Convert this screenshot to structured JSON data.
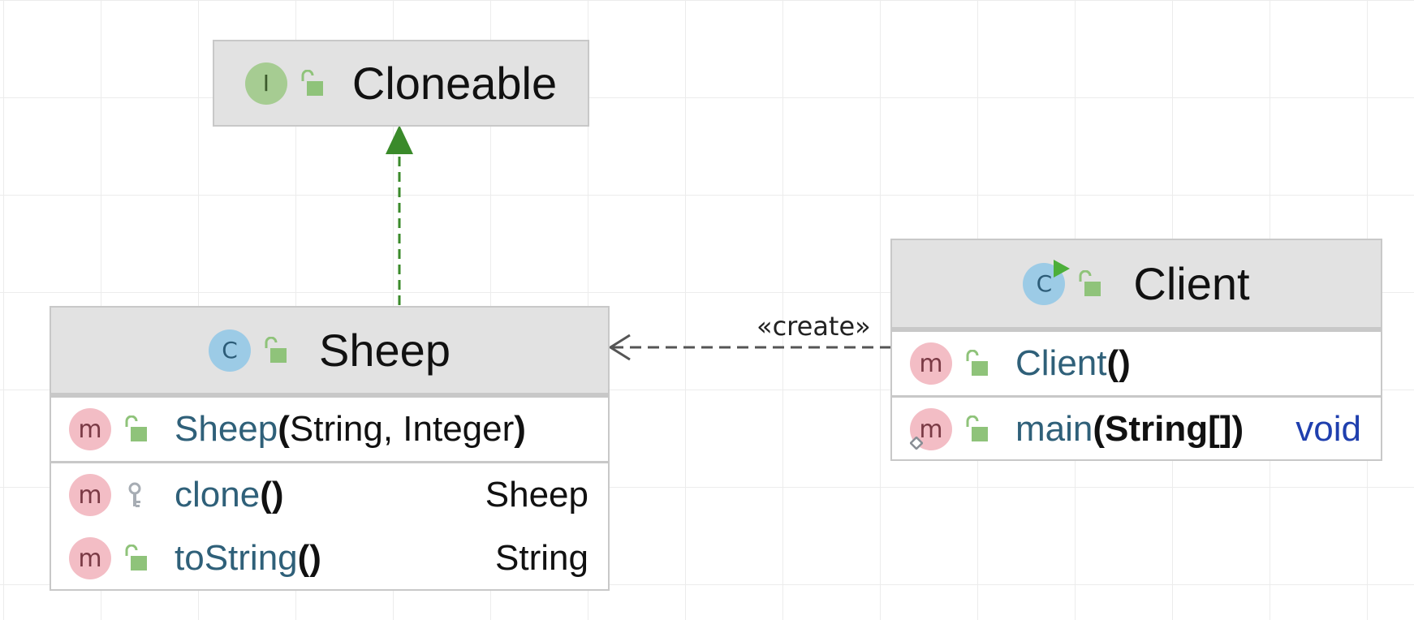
{
  "nodes": {
    "cloneable": {
      "kind_badge": "I",
      "title": "Cloneable"
    },
    "sheep": {
      "kind_badge": "C",
      "title": "Sheep",
      "constructor": {
        "badge": "m",
        "name": "Sheep",
        "open": "(",
        "params": "String, Integer",
        "close": ")"
      },
      "methods": [
        {
          "badge": "m",
          "visibility": "key",
          "name": "clone",
          "open": "(",
          "params": "",
          "close": ")",
          "return_type": "Sheep"
        },
        {
          "badge": "m",
          "visibility": "open-lock",
          "name": "toString",
          "open": "(",
          "params": "",
          "close": ")",
          "return_type": "String"
        }
      ]
    },
    "client": {
      "kind_badge": "C",
      "title": "Client",
      "constructor": {
        "badge": "m",
        "name": "Client",
        "open": "(",
        "params": "",
        "close": ")"
      },
      "methods": [
        {
          "badge": "m",
          "visibility": "open-lock",
          "static": true,
          "name": "main",
          "open": "(",
          "params": "String[]",
          "close": ")",
          "return_type": "void"
        }
      ]
    }
  },
  "edges": [
    {
      "from": "sheep",
      "to": "cloneable",
      "type": "realization",
      "color": "#3a8a2a"
    },
    {
      "from": "client",
      "to": "sheep",
      "type": "dependency",
      "label": "«create»",
      "color": "#555555"
    }
  ],
  "colors": {
    "header_bg": "#e2e2e2",
    "border": "#c8c8c8",
    "member_name": "#2f6079",
    "keyword": "#1f3fae",
    "lock": "#8fc37a"
  }
}
